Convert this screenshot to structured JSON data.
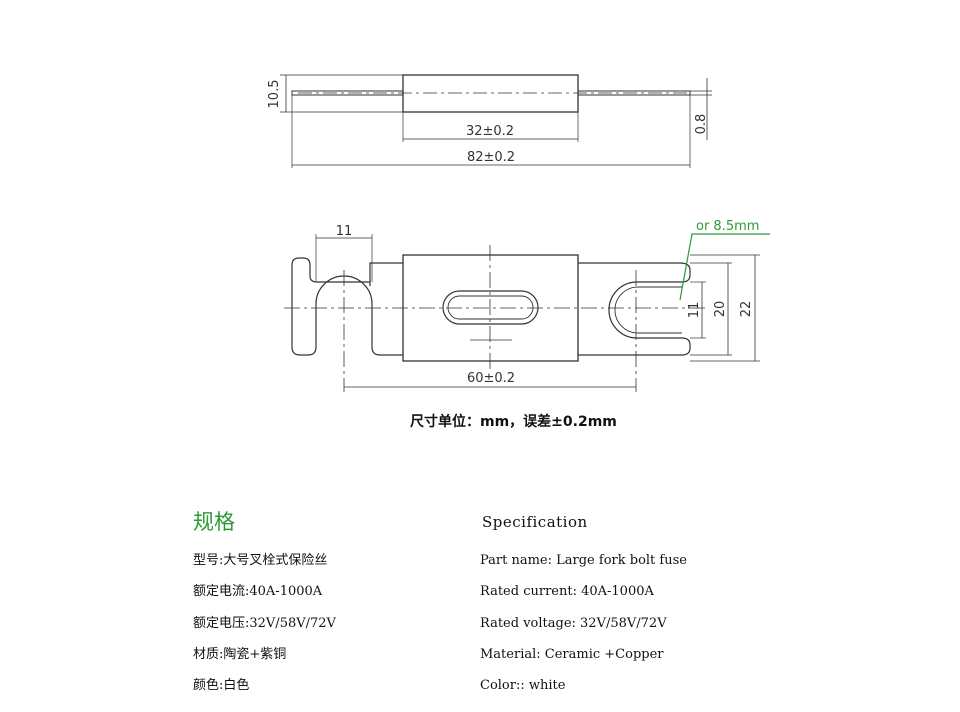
{
  "drawing": {
    "side_view": {
      "height_label": "10.5",
      "body_length_label": "32±0.2",
      "total_length_label": "82±0.2",
      "lead_thickness_label": "0.8"
    },
    "top_view": {
      "slot_label": "11",
      "hole_label": "or 8.5mm",
      "inner_width_label": "20",
      "outer_width_label": "22",
      "slot_gap_label": "11",
      "center_distance_label": "60±0.2"
    },
    "unit_note": "尺寸单位：mm，误差±0.2mm",
    "colors": {
      "line": "#333333",
      "callout": "#2e9a36"
    }
  },
  "spec": {
    "heading_cn": "规格",
    "heading_en": "Specification",
    "items_cn": [
      "型号:大号叉栓式保险丝",
      "额定电流:40A-1000A",
      "额定电压:32V/58V/72V",
      "材质:陶瓷+紫铜",
      "颜色:白色"
    ],
    "items_en": [
      "Part name: Large fork bolt fuse",
      "Rated current: 40A-1000A",
      "Rated voltage: 32V/58V/72V",
      "Material: Ceramic +Copper",
      "Color:: white"
    ]
  }
}
